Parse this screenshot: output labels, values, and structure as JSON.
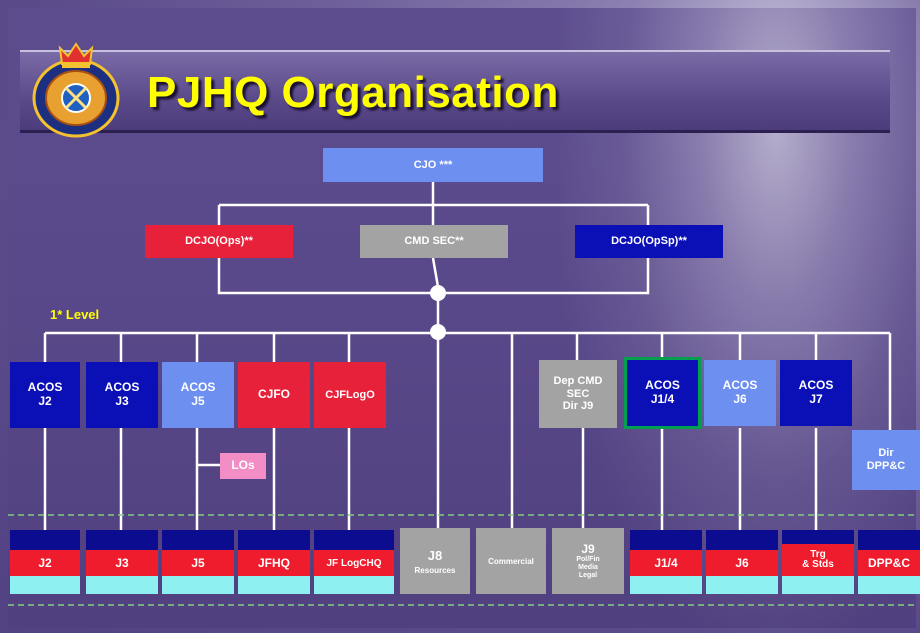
{
  "title": "PJHQ Organisation",
  "level_label": "1* Level",
  "top": {
    "label": "CJO ***"
  },
  "deputies": [
    {
      "label": "DCJO(Ops)**",
      "color": "#e8213a"
    },
    {
      "label": "CMD SEC**",
      "color": "#a3a3a3"
    },
    {
      "label": "DCJO(OpSp)**",
      "color": "#0a10b5"
    }
  ],
  "level_one": [
    {
      "label": "ACOS\nJ2",
      "color": "#0a10b5"
    },
    {
      "label": "ACOS\nJ3",
      "color": "#0a10b5"
    },
    {
      "label": "ACOS\nJ5",
      "color": "#6d8ff0"
    },
    {
      "label": "CJFO",
      "color": "#e8213a"
    },
    {
      "label": "CJFLogO",
      "color": "#e8213a"
    },
    {
      "label": "Dep CMD\nSEC\nDir J9",
      "color": "#a3a3a3"
    },
    {
      "label": "ACOS\nJ1/4",
      "color": "#0a10b5"
    },
    {
      "label": "ACOS\nJ6",
      "color": "#6d8ff0"
    },
    {
      "label": "ACOS\nJ7",
      "color": "#0a10b5"
    },
    {
      "label": "Dir\nDPP&C",
      "color": "#6d8ff0"
    }
  ],
  "los": {
    "label": "LOs"
  },
  "bottom": [
    {
      "label": "J2"
    },
    {
      "label": "J3"
    },
    {
      "label": "J5"
    },
    {
      "label": "JFHQ"
    },
    {
      "label": "JF LogCHQ"
    },
    {
      "label": "J8",
      "sub": "Resources"
    },
    {
      "label": "Commercial"
    },
    {
      "label": "J9",
      "sub": "Pol/Fin\nMedia\nLegal"
    },
    {
      "label": "J1/4"
    },
    {
      "label": "J6"
    },
    {
      "label": "Trg\n& Stds"
    },
    {
      "label": "DPP&C"
    }
  ]
}
